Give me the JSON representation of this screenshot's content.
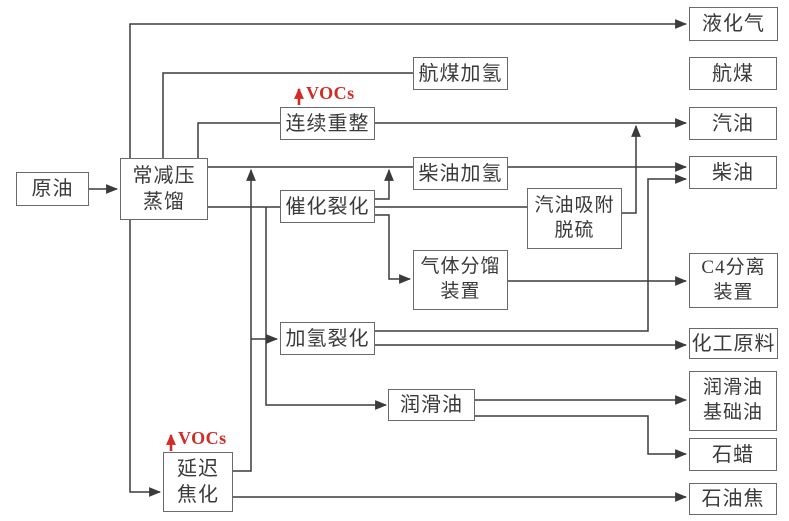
{
  "diagram": {
    "background": "#ffffff",
    "line_color": "#3b3b3d",
    "box_border_color": "#6a6a6d",
    "text_color": "#3a3a3c",
    "vocs_color": "#d22b26",
    "nodes": {
      "crude_oil": "原油",
      "atm_vac_distillation": "常减压\n蒸馏",
      "continuous_reforming": "连续重整",
      "catalytic_cracking": "催化裂化",
      "hydrocracking": "加氢裂化",
      "delayed_coking": "延迟\n焦化",
      "jet_fuel_hydrotreating": "航煤加氢",
      "diesel_hydrotreating": "柴油加氢",
      "gasoline_adsorption_desulfurization": "汽油吸附\n脱硫",
      "gas_fractionation_unit": "气体分馏\n装置",
      "lube_oil": "润滑油",
      "lpg": "液化气",
      "jet_fuel": "航煤",
      "gasoline": "汽油",
      "diesel": "柴油",
      "c4_separation_unit": "C4分离\n装置",
      "chemical_feedstock": "化工原料",
      "lube_base_oil": "润滑油\n基础油",
      "paraffin_wax": "石蜡",
      "petroleum_coke": "石油焦"
    },
    "vocs_labels": [
      {
        "label": "VOCs",
        "above_unit": "continuous_reforming"
      },
      {
        "label": "VOCs",
        "above_unit": "delayed_coking"
      }
    ],
    "edges": [
      {
        "from": "crude_oil",
        "to": "atm_vac_distillation"
      },
      {
        "from": "atm_vac_distillation",
        "to": "lpg"
      },
      {
        "from": "atm_vac_distillation",
        "to": "jet_fuel_hydrotreating"
      },
      {
        "from": "atm_vac_distillation",
        "to": "continuous_reforming"
      },
      {
        "from": "atm_vac_distillation",
        "to": "diesel_hydrotreating"
      },
      {
        "from": "atm_vac_distillation",
        "to": "catalytic_cracking"
      },
      {
        "from": "atm_vac_distillation",
        "to": "lube_oil"
      },
      {
        "from": "atm_vac_distillation",
        "to": "delayed_coking"
      },
      {
        "from": "continuous_reforming",
        "to": "gasoline"
      },
      {
        "from": "jet_fuel_hydrotreating",
        "to": "jet_fuel"
      },
      {
        "from": "diesel_hydrotreating",
        "to": "diesel"
      },
      {
        "from": "catalytic_cracking",
        "to": "diesel_hydrotreating"
      },
      {
        "from": "catalytic_cracking",
        "to": "gasoline_adsorption_desulfurization"
      },
      {
        "from": "catalytic_cracking",
        "to": "gas_fractionation_unit"
      },
      {
        "from": "gasoline_adsorption_desulfurization",
        "to": "gasoline"
      },
      {
        "from": "gas_fractionation_unit",
        "to": "c4_separation_unit"
      },
      {
        "from": "hydrocracking",
        "to": "diesel"
      },
      {
        "from": "hydrocracking",
        "to": "chemical_feedstock"
      },
      {
        "from": "delayed_coking",
        "to": "diesel_hydrotreating"
      },
      {
        "from": "delayed_coking",
        "to": "hydrocracking"
      },
      {
        "from": "delayed_coking",
        "to": "petroleum_coke"
      },
      {
        "from": "lube_oil",
        "to": "lube_base_oil"
      },
      {
        "from": "lube_oil",
        "to": "paraffin_wax"
      }
    ]
  }
}
